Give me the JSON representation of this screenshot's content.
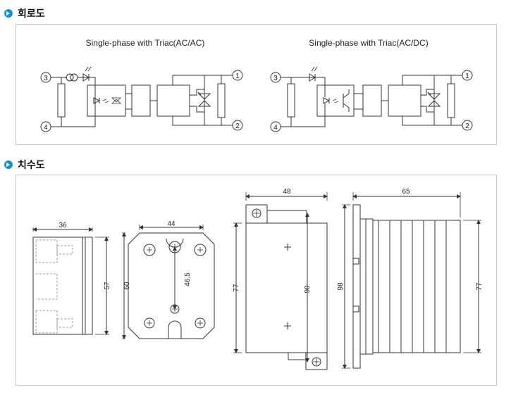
{
  "sections": {
    "circuit": {
      "title": "회로도"
    },
    "dimensions": {
      "title": "치수도"
    }
  },
  "circuit": {
    "left": {
      "title": "Single-phase with Triac(AC/AC)"
    },
    "right": {
      "title": "Single-phase with Triac(AC/DC)"
    },
    "terminals": [
      "3",
      "4",
      "1",
      "2"
    ]
  },
  "dimensions": {
    "side": {
      "width": "36",
      "height": "57"
    },
    "front": {
      "width": "44",
      "height": "60",
      "hole_spacing": "46.5"
    },
    "heatsink_front": {
      "width": "48",
      "body_height": "77",
      "hole_spacing": "90"
    },
    "heatsink_side": {
      "width": "65",
      "total_height": "98",
      "body_height": "77"
    }
  },
  "colors": {
    "accent": "#1a8fd0",
    "line": "#333333",
    "border": "#c8c8c8"
  }
}
